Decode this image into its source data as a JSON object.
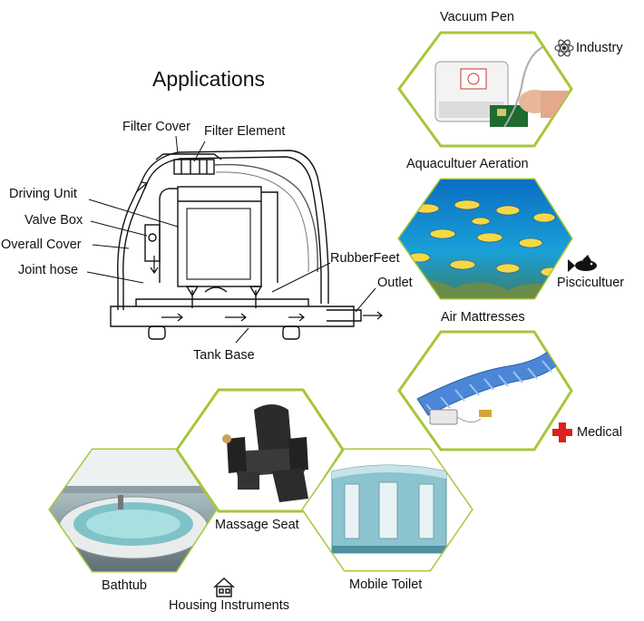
{
  "title": "Applications",
  "pump_labels": {
    "filter_cover": "Filter Cover",
    "filter_element": "Filter Element",
    "driving_unit": "Driving Unit",
    "valve_box": "Valve Box",
    "overall_cover": "Overall Cover",
    "joint_hose": "Joint hose",
    "rubber_feet": "RubberFeet",
    "outlet": "Outlet",
    "tank_base": "Tank Base"
  },
  "applications": {
    "vacuum_pen": "Vacuum Pen",
    "industry": "Industry",
    "aquaculture": "Aquacultuer Aeration",
    "pisciculture": "Piscicultuer",
    "air_mattresses": "Air Mattresses",
    "medical": "Medical",
    "massage_seat": "Massage Seat",
    "bathtub": "Bathtub",
    "mobile_toilet": "Mobile Toilet",
    "housing": "Housing Instruments"
  },
  "colors": {
    "hex_border": "#a6c73a",
    "medical_cross": "#e0201b",
    "water": "#1f7fc2"
  },
  "icons": [
    "atom-icon",
    "fish-icon",
    "medical-cross-icon",
    "house-icon"
  ]
}
